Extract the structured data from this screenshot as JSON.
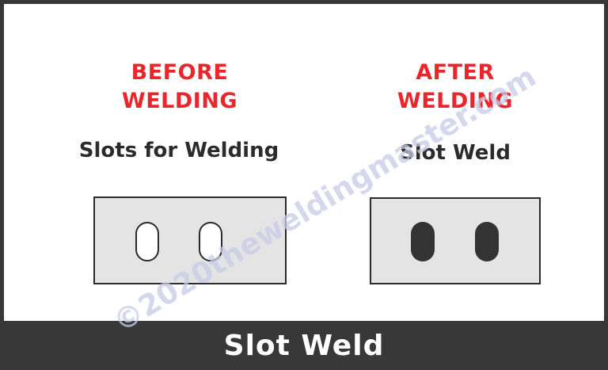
{
  "before": {
    "line1": "BEFORE",
    "line2": "WELDING",
    "caption": "Slots for Welding"
  },
  "after": {
    "line1": "AFTER",
    "line2": "WELDING",
    "caption": "Slot Weld"
  },
  "footer": {
    "title": "Slot Weld"
  },
  "watermark": "©2020theweldingmaster.com",
  "colors": {
    "heading": "#e8262c",
    "plate": "#e4e4e4",
    "footer_bg": "#383838",
    "weld": "#333333"
  }
}
